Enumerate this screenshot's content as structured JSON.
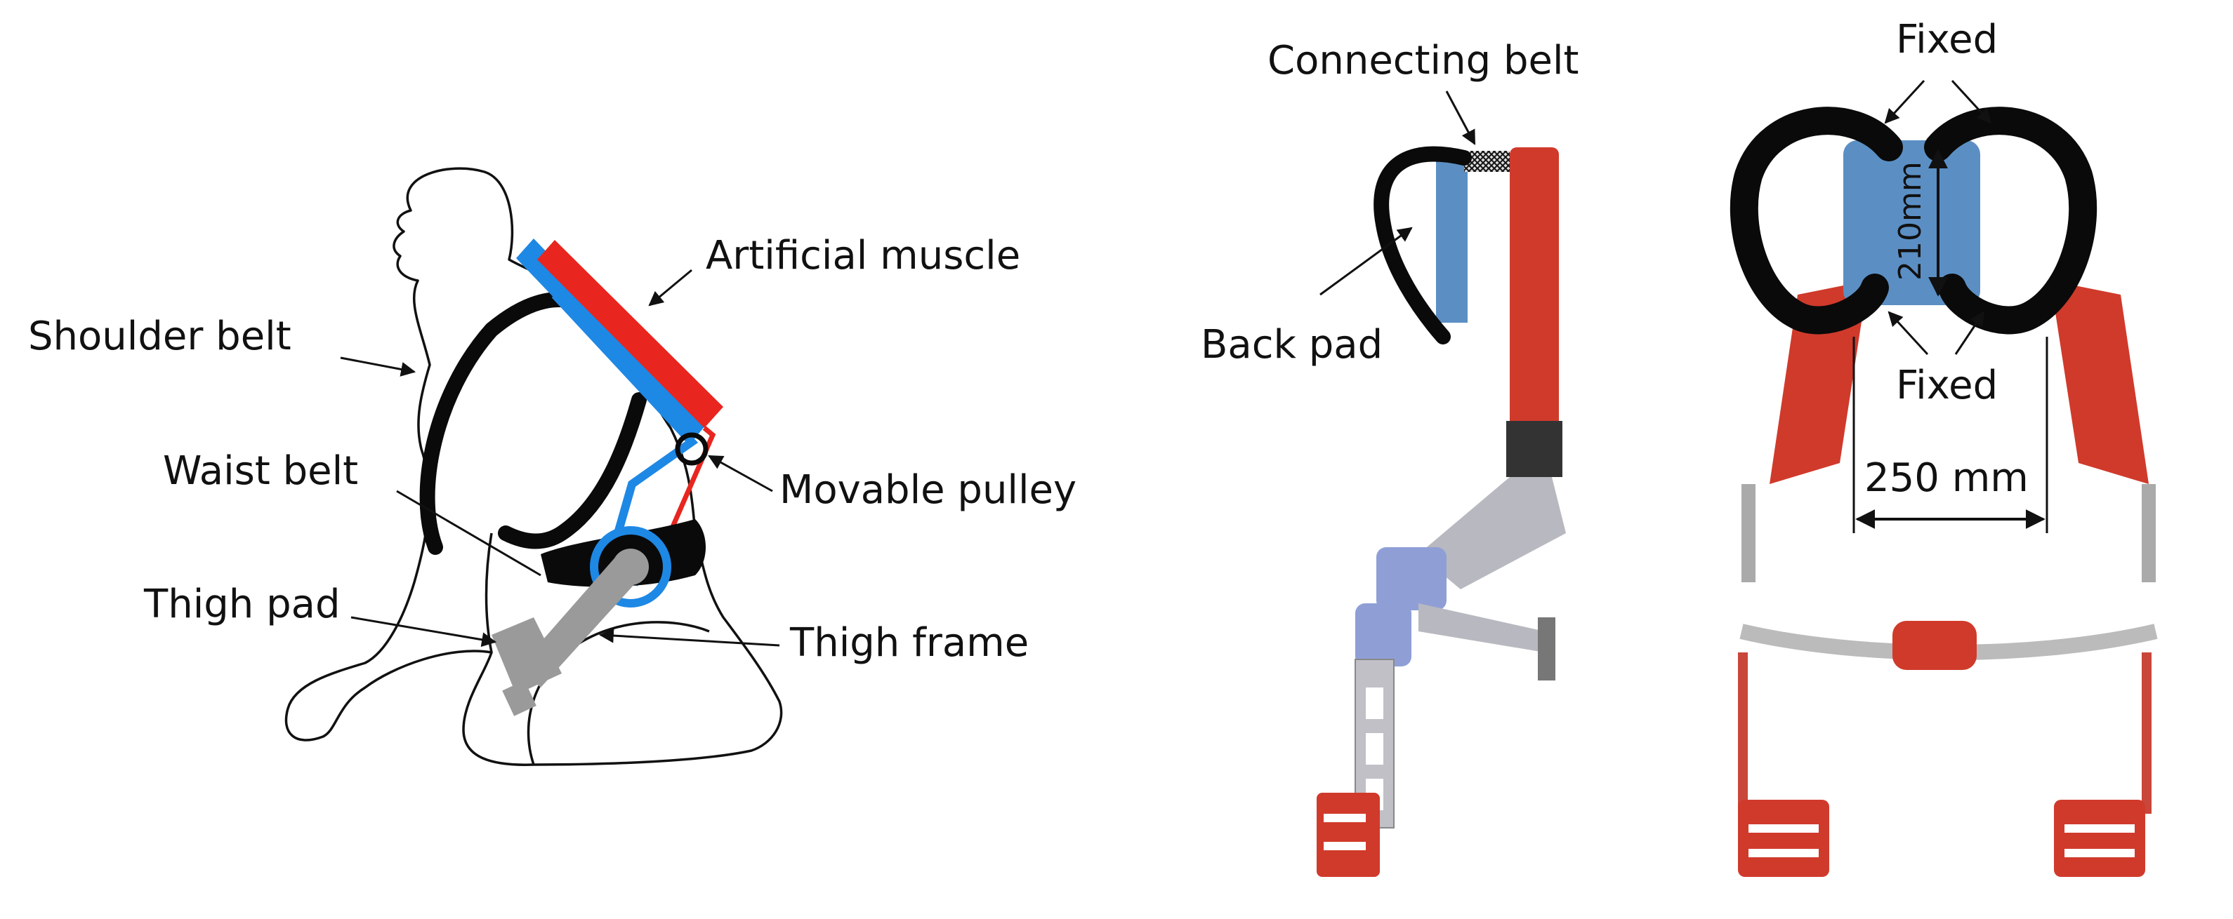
{
  "panels": {
    "schematic": {
      "labels": {
        "artificial_muscle": "Artificial muscle",
        "shoulder_belt": "Shoulder belt",
        "movable_pulley": "Movable pulley",
        "waist_belt": "Waist belt",
        "thigh_pad": "Thigh pad",
        "thigh_frame": "Thigh frame"
      }
    },
    "side_view": {
      "labels": {
        "connecting_belt": "Connecting belt",
        "back_pad": "Back pad"
      }
    },
    "front_view": {
      "labels": {
        "fixed_top": "Fixed",
        "fixed_bottom": "Fixed",
        "dim_210": "210mm",
        "dim_250": "250 mm"
      }
    }
  },
  "colors": {
    "muscle_red": "#e8261f",
    "belt_blue": "#1e88e5",
    "pad_blue": "#5b8fc4",
    "frame_gray": "#9a9a9a",
    "belt_black": "#0a0a0a",
    "device_red": "#d03a2b"
  }
}
